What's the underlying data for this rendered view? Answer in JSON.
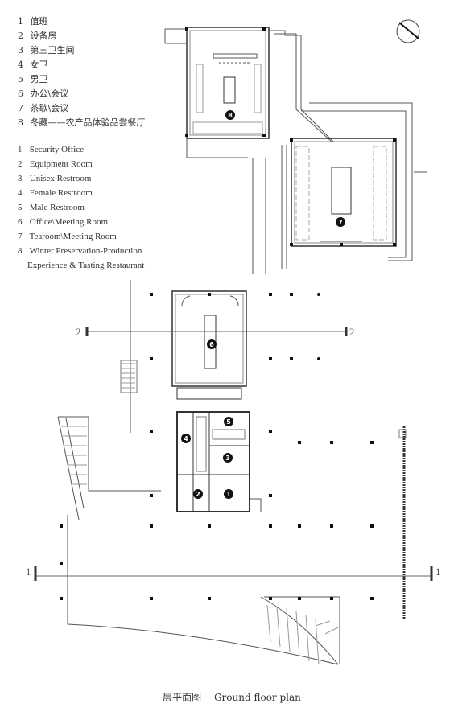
{
  "legend_cn": [
    {
      "num": "1",
      "label": "值班"
    },
    {
      "num": "2",
      "label": "设备房"
    },
    {
      "num": "3",
      "label": "第三卫生间"
    },
    {
      "num": "4",
      "label": "女卫"
    },
    {
      "num": "5",
      "label": "男卫"
    },
    {
      "num": "6",
      "label": "办公\\会议"
    },
    {
      "num": "7",
      "label": "茶歇\\会议"
    },
    {
      "num": "8",
      "label": "冬藏——农产品体验品尝餐厅"
    }
  ],
  "legend_en": [
    {
      "num": "1",
      "label": "Security Office"
    },
    {
      "num": "2",
      "label": "Equipment Room"
    },
    {
      "num": "3",
      "label": "Unisex Restroom"
    },
    {
      "num": "4",
      "label": "Female Restroom"
    },
    {
      "num": "5",
      "label": "Male Restroom"
    },
    {
      "num": "6",
      "label": "Office\\Meeting Room"
    },
    {
      "num": "7",
      "label": "Tearoom\\Meeting Room"
    },
    {
      "num": "8",
      "label": "Winter Preservation-Production"
    }
  ],
  "legend_en_cont": "Experience & Tasting Restaurant",
  "caption_cn": "一层平面图",
  "caption_en": "Ground floor plan",
  "section_marks": {
    "a": "1",
    "b": "2"
  },
  "room_markers": [
    "1",
    "2",
    "3",
    "4",
    "5",
    "6",
    "7",
    "8"
  ],
  "colors": {
    "line": "#555555",
    "ink": "#111111",
    "marker": "#111111"
  }
}
